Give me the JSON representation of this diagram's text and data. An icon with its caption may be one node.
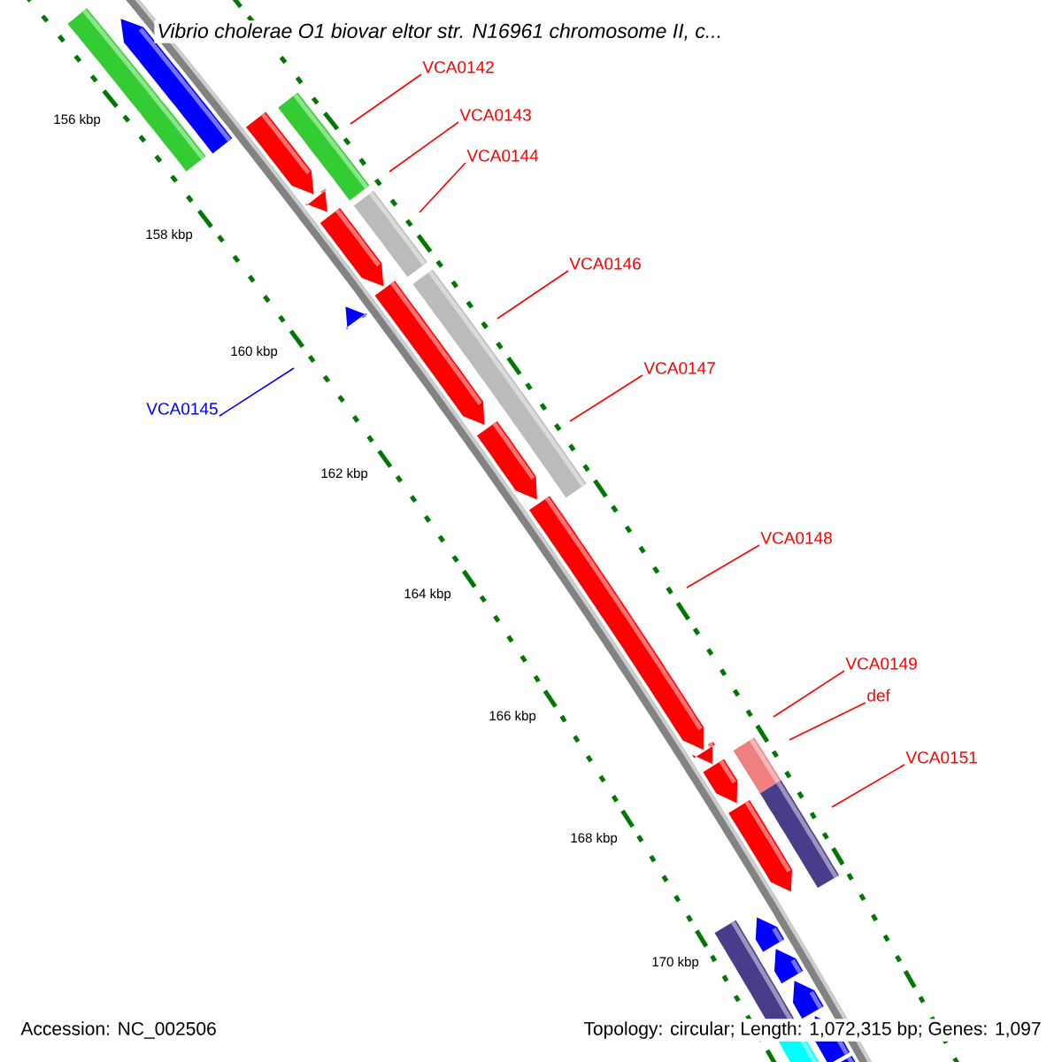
{
  "diagram": {
    "title": "Vibrio cholerae O1 biovar eltor str. N16961 chromosome II, c...",
    "nodes": [
      {
        "text": [
          "VCA0142"
        ]
      },
      {
        "text": [
          "VCA0143"
        ]
      },
      {
        "text": [
          "VCA0144"
        ]
      },
      {
        "text": [
          "VCA0146"
        ]
      },
      {
        "text": [
          "VCA0147"
        ]
      },
      {
        "text": [
          "VCA0145"
        ]
      },
      {
        "text": [
          "VCA0148"
        ]
      },
      {
        "text": [
          "VCA0149"
        ]
      },
      {
        "text": [
          "def"
        ]
      },
      {
        "text": [
          "VCA0151"
        ]
      }
    ],
    "edges": [
      {
        "from": 0,
        "to": null,
        "arrow": "none"
      },
      {
        "from": 1,
        "to": null,
        "arrow": "none"
      },
      {
        "from": 2,
        "to": null,
        "arrow": "none"
      },
      {
        "from": 3,
        "to": null,
        "arrow": "none"
      },
      {
        "from": 4,
        "to": null,
        "arrow": "none"
      },
      {
        "from": 5,
        "to": null,
        "arrow": "none",
        "color": "#0000ff"
      },
      {
        "from": 6,
        "to": null,
        "arrow": "none"
      },
      {
        "from": 7,
        "to": null,
        "arrow": "none"
      },
      {
        "from": 8,
        "to": null,
        "arrow": "none"
      },
      {
        "from": 9,
        "to": null,
        "arrow": "none"
      }
    ],
    "labels": [
      "156 kbp",
      "158 kbp",
      "160 kbp",
      "162 kbp",
      "164 kbp",
      "166 kbp",
      "168 kbp",
      "170 kbp",
      "Accession: NC_002506",
      "Topology: circular; Length: 1,072,315 bp; Genes: 1,097"
    ]
  }
}
